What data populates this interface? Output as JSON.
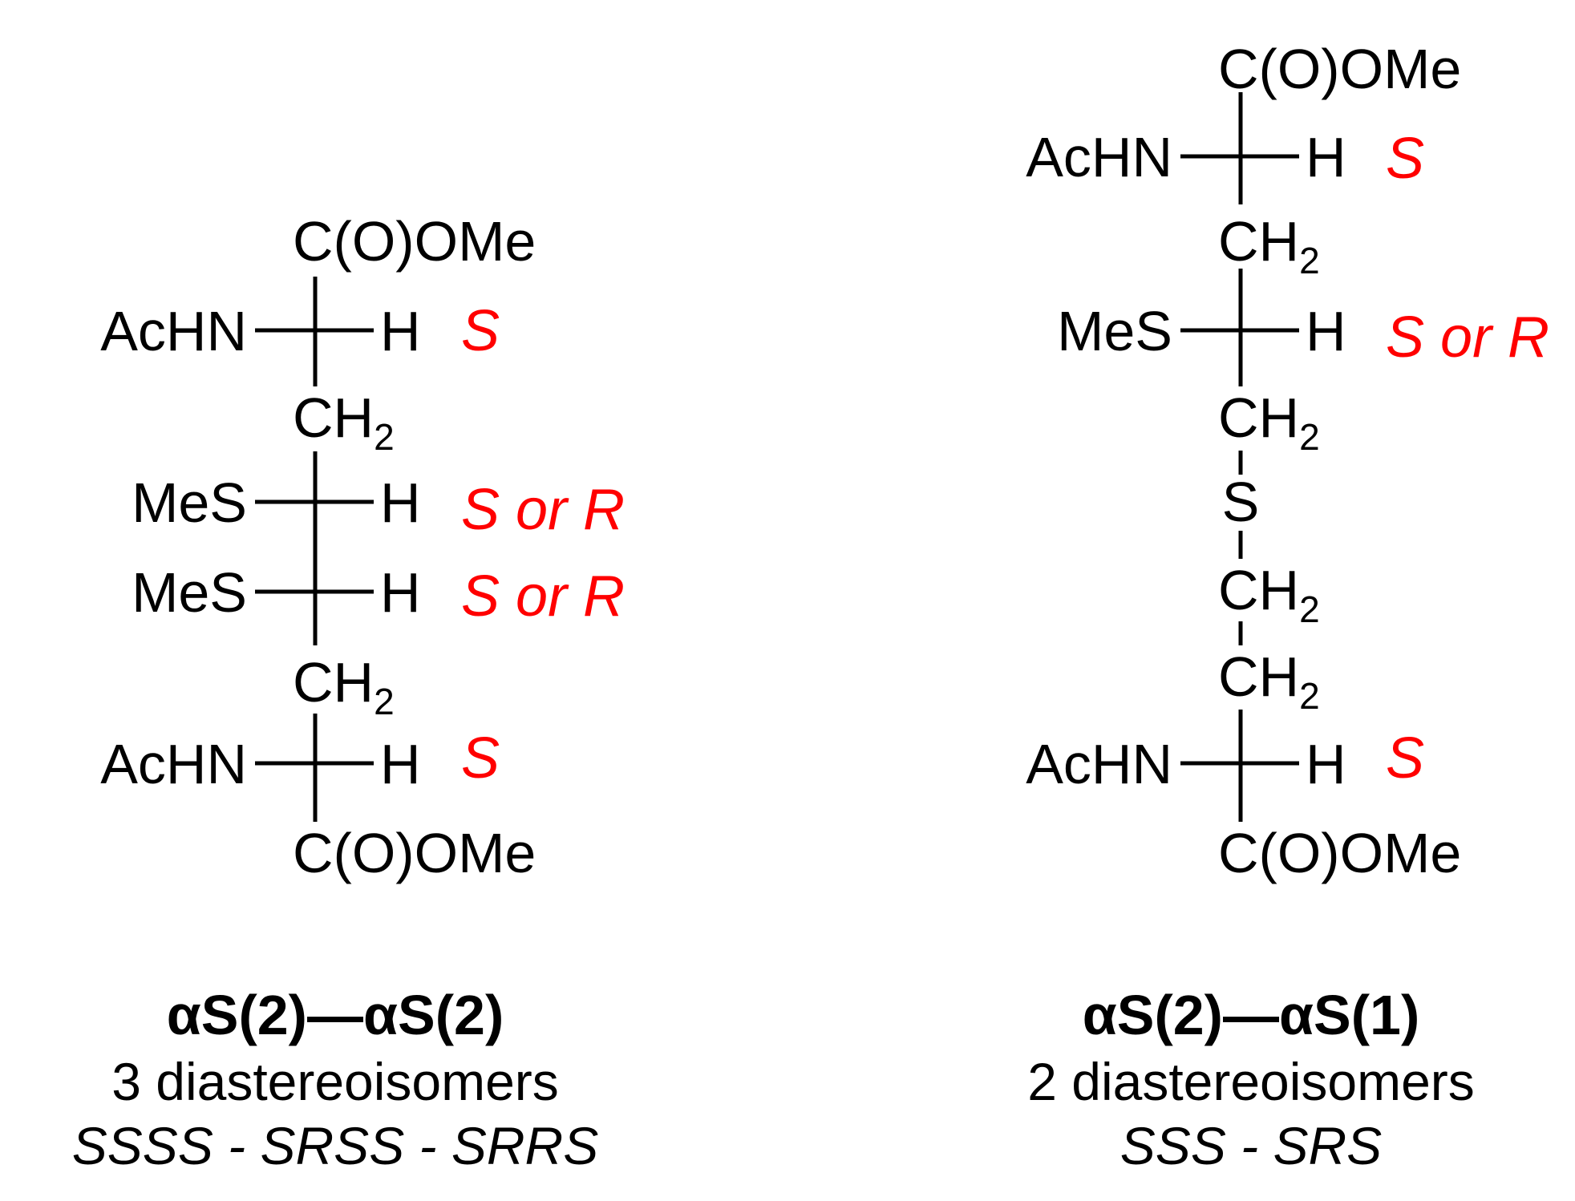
{
  "colors": {
    "ink": "#000000",
    "stereo": "#ff0000"
  },
  "left": {
    "top_ester": "C(O)OMe",
    "row1": {
      "left": "AcHN",
      "right": "H",
      "stereo": "S"
    },
    "ch2_a": {
      "main": "CH",
      "sub": "2"
    },
    "row2": {
      "left": "MeS",
      "right": "H",
      "stereo": "S or R"
    },
    "row3": {
      "left": "MeS",
      "right": "H",
      "stereo": "S or R"
    },
    "ch2_b": {
      "main": "CH",
      "sub": "2"
    },
    "row4": {
      "left": "AcHN",
      "right": "H",
      "stereo": "S"
    },
    "bottom_ester": "C(O)OMe",
    "caption": {
      "title": "αS(2)—αS(2)",
      "count": "3 diastereoisomers",
      "isomers": "SSSS - SRSS - SRRS"
    }
  },
  "right": {
    "top_ester": "C(O)OMe",
    "row1": {
      "left": "AcHN",
      "right": "H",
      "stereo": "S"
    },
    "ch2_a": {
      "main": "CH",
      "sub": "2"
    },
    "row2": {
      "left": "MeS",
      "right": "H",
      "stereo": "S or R"
    },
    "ch2_b": {
      "main": "CH",
      "sub": "2"
    },
    "sulfur": "S",
    "ch2_c": {
      "main": "CH",
      "sub": "2"
    },
    "ch2_d": {
      "main": "CH",
      "sub": "2"
    },
    "row3": {
      "left": "AcHN",
      "right": "H",
      "stereo": "S"
    },
    "bottom_ester": "C(O)OMe",
    "caption": {
      "title": "αS(2)—αS(1)",
      "count": "2 diastereoisomers",
      "isomers": "SSS - SRS"
    }
  }
}
